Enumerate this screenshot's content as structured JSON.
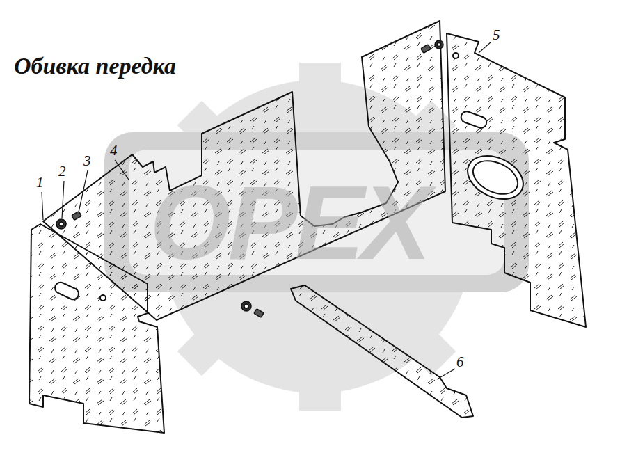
{
  "diagram": {
    "title": "Обивка передка",
    "labels": [
      "1",
      "2",
      "3",
      "4",
      "5",
      "6",
      "ОРЕХ"
    ]
  }
}
